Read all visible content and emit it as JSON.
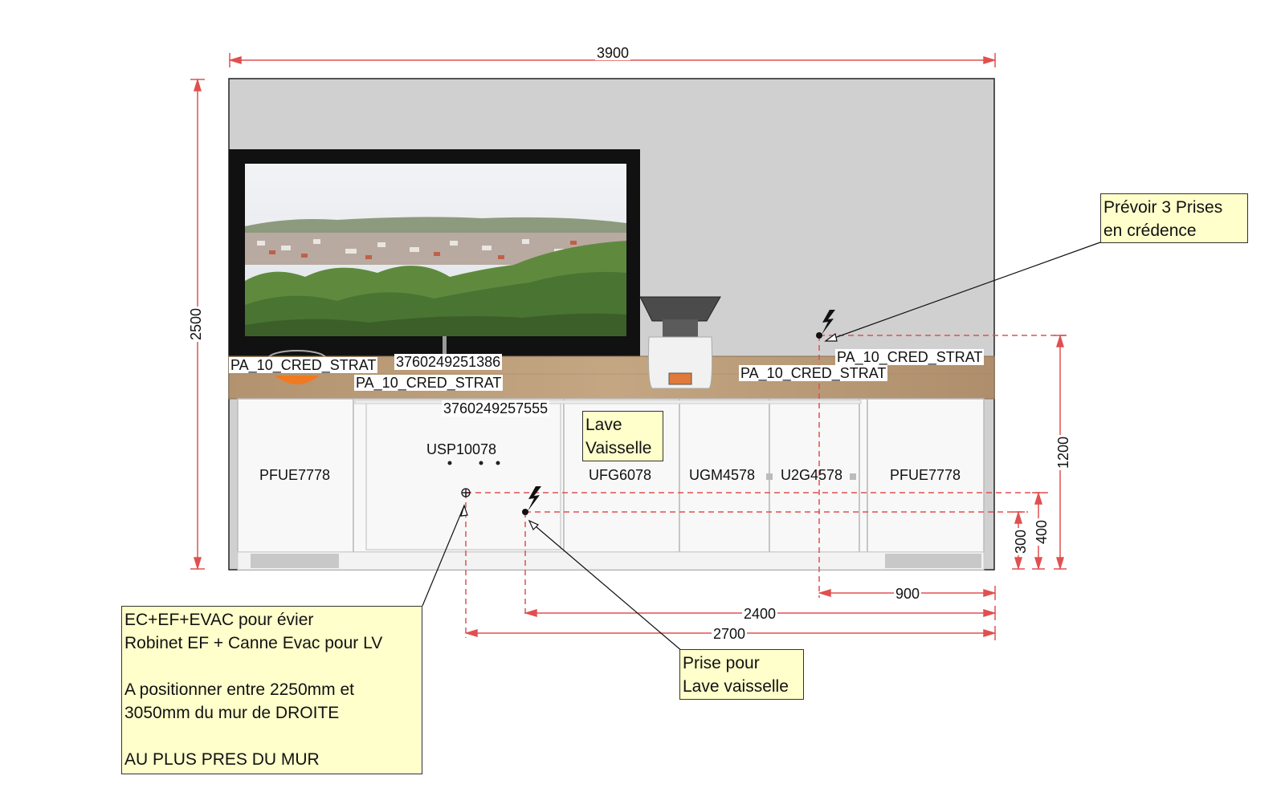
{
  "dimensions": {
    "overall_width": "3900",
    "overall_height": "2500",
    "right_900": "900",
    "right_2400": "2400",
    "right_2700": "2700",
    "height_1200": "1200",
    "height_400": "400",
    "height_300": "300"
  },
  "references": {
    "cred_left_1": "PA_10_CRED_STRAT",
    "code_1": "3760249251386",
    "cred_left_2": "PA_10_CRED_STRAT",
    "code_2": "3760249257555",
    "cred_right_1": "PA_10_CRED_STRAT",
    "cred_right_2": "PA_10_CRED_STRAT"
  },
  "cabinets": {
    "left": "PFUE7778",
    "sink": "USP10078",
    "ufg": "UFG6078",
    "ugm": "UGM4578",
    "u2g": "U2G4578",
    "right": "PFUE7778"
  },
  "notes": {
    "lave_vaisselle": [
      "Lave",
      "Vaisselle"
    ],
    "prises_credence": [
      "Prévoir 3 Prises",
      "en crédence"
    ],
    "prise_lv": [
      "Prise pour",
      "Lave vaisselle"
    ],
    "evier_lines": [
      "EC+EF+EVAC pour évier",
      "Robinet EF + Canne Evac pour LV",
      "",
      "A positionner entre 2250mm et",
      "3050mm du mur de DROITE",
      "",
      "AU PLUS PRES DU MUR"
    ]
  },
  "colors": {
    "wall": "#d0d0d0",
    "worktop": "#b89a7a",
    "cabinet": "#f8f8f8",
    "dimension_red": "#e05050",
    "note_fill": "#ffffcc",
    "frame_black": "#111111"
  },
  "icons": [
    "electric-outlet-icon",
    "water-connection-icon",
    "dimension-arrow-icon"
  ]
}
